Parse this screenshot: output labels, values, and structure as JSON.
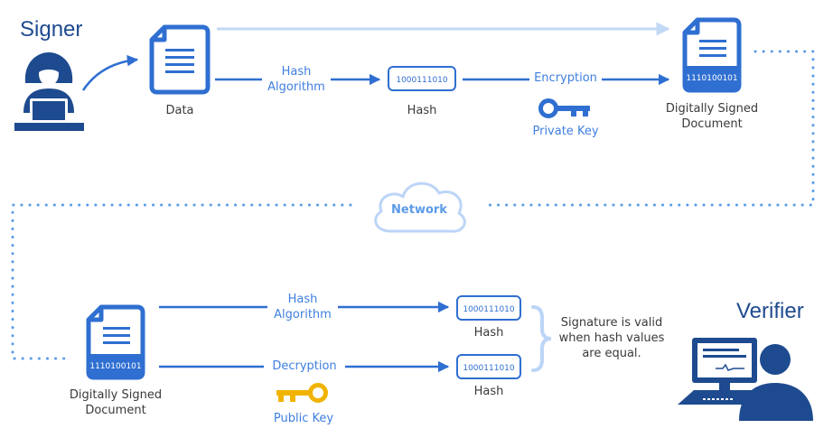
{
  "colors": {
    "primary": "#2f6fd1",
    "light_line": "#c2d8f5",
    "dotted": "#5b9be8",
    "navy": "#1e4b8f",
    "key_private": "#2f6fd1",
    "key_public": "#f0b400",
    "cloud": "#bcd5f7",
    "text": "#3a3a3a",
    "text_blue": "#3f7fe0"
  },
  "roles": {
    "signer": "Signer",
    "verifier": "Verifier"
  },
  "signing": {
    "data_label": "Data",
    "hash_algorithm_label": "Hash Algorithm",
    "hash_value": "1000111010",
    "hash_label": "Hash",
    "encryption_label": "Encryption",
    "private_key_label": "Private Key",
    "signed_value": "1110100101",
    "signed_doc_label": "Digitally Signed Document"
  },
  "network": {
    "label": "Network"
  },
  "verification": {
    "signed_value": "1110100101",
    "signed_doc_label": "Digitally Signed Document",
    "hash_algorithm_label": "Hash Algorithm",
    "decryption_label": "Decryption",
    "public_key_label": "Public Key",
    "hash_value_1": "1000111010",
    "hash_label_1": "Hash",
    "hash_value_2": "1000111010",
    "hash_label_2": "Hash",
    "validity_note": "Signature is valid when hash values are equal."
  },
  "icons": {
    "signer": "person-laptop-icon",
    "data": "document-icon",
    "signed_document": "signed-document-icon",
    "private_key": "key-icon",
    "public_key": "key-icon",
    "network": "cloud-icon",
    "verifier": "person-computer-icon",
    "brace": "curly-brace-icon"
  }
}
